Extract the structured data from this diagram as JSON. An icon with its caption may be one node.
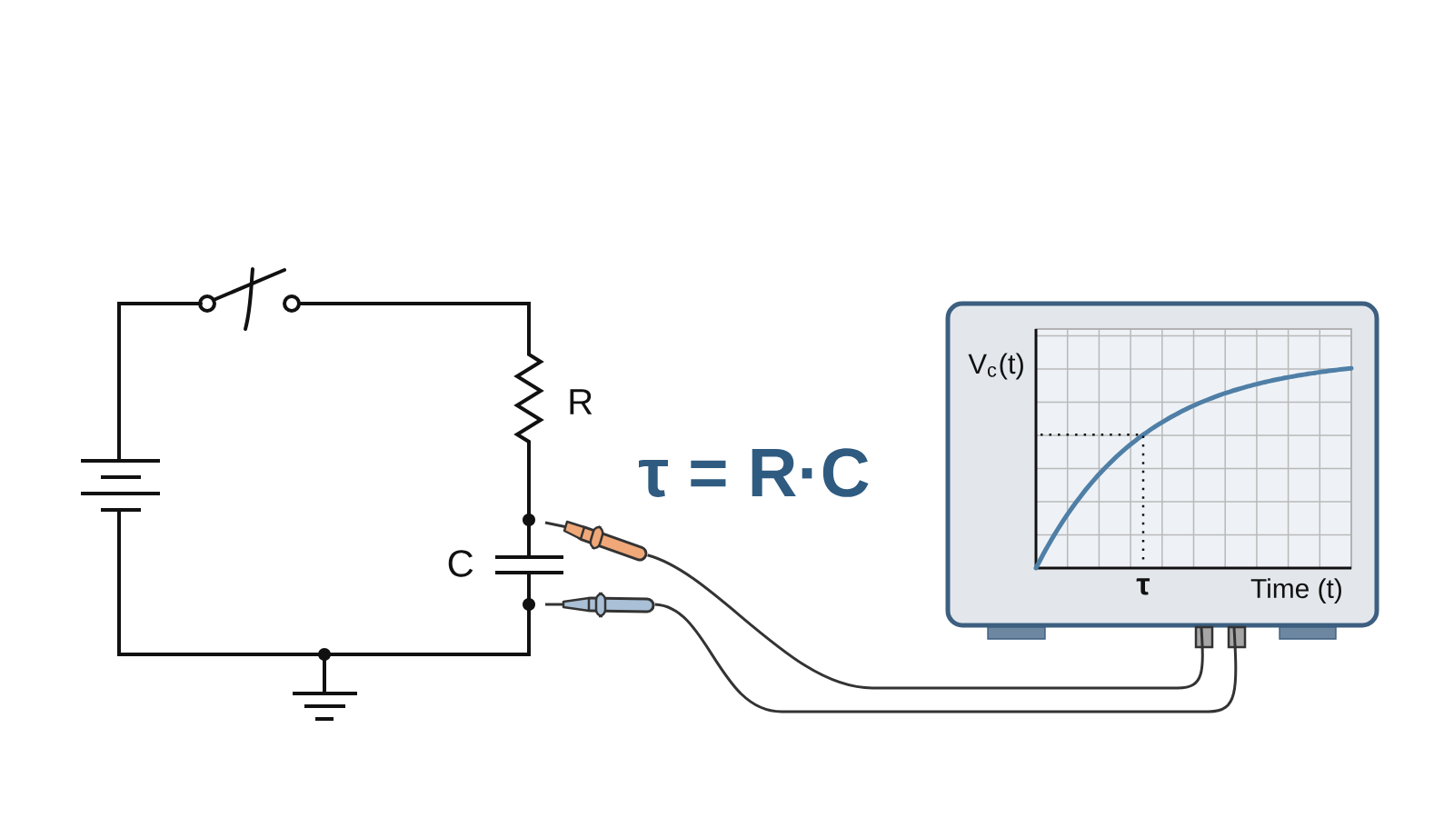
{
  "diagram": {
    "nodes": [
      {
        "text": [],
        "shape": "picture"
      },
      {
        "text": [],
        "shape": "picture"
      },
      {
        "text": [
          "V$_{c}$(t)",
          "τ",
          "Time (t)"
        ]
      }
    ],
    "edges": [
      {
        "from": 0,
        "to": 2,
        "arrow": "none"
      },
      {
        "from": 1,
        "to": 2,
        "arrow": "none"
      }
    ],
    "labels": [
      "R",
      "C",
      "τ = R·C"
    ]
  }
}
